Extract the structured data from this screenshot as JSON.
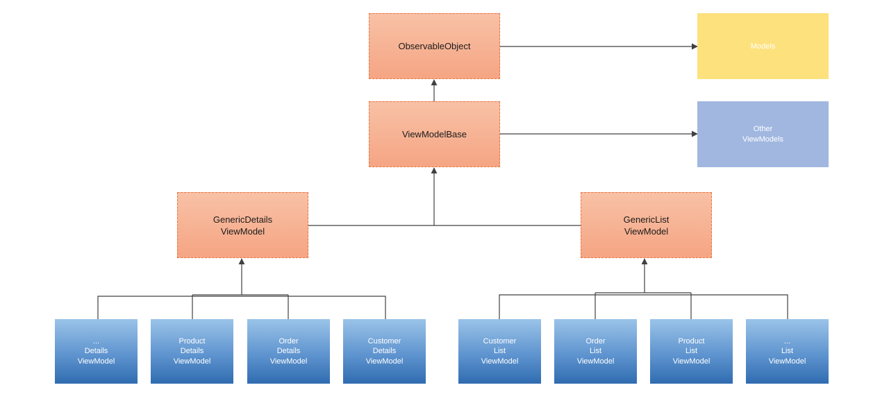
{
  "nodes": {
    "observable_object": {
      "lines": [
        "ObservableObject"
      ]
    },
    "view_model_base": {
      "lines": [
        "ViewModelBase"
      ]
    },
    "models": {
      "lines": [
        "Models"
      ]
    },
    "other_view_models": {
      "lines": [
        "Other",
        "ViewModels"
      ]
    },
    "generic_details": {
      "lines": [
        "GenericDetails",
        "ViewModel"
      ]
    },
    "generic_list": {
      "lines": [
        "GenericList",
        "ViewModel"
      ]
    },
    "details_leaves": [
      {
        "lines": [
          "...",
          "Details",
          "ViewModel"
        ]
      },
      {
        "lines": [
          "Product",
          "Details",
          "ViewModel"
        ]
      },
      {
        "lines": [
          "Order",
          "Details",
          "ViewModel"
        ]
      },
      {
        "lines": [
          "Customer",
          "Details",
          "ViewModel"
        ]
      }
    ],
    "list_leaves": [
      {
        "lines": [
          "Customer",
          "List",
          "ViewModel"
        ]
      },
      {
        "lines": [
          "Order",
          "List",
          "ViewModel"
        ]
      },
      {
        "lines": [
          "Product",
          "List",
          "ViewModel"
        ]
      },
      {
        "lines": [
          "...",
          "List",
          "ViewModel"
        ]
      }
    ]
  },
  "colors": {
    "connector": "#404040",
    "base_border": "#e9733f",
    "models_fill": "#fde17d",
    "other_fill": "#a1b7e0"
  }
}
